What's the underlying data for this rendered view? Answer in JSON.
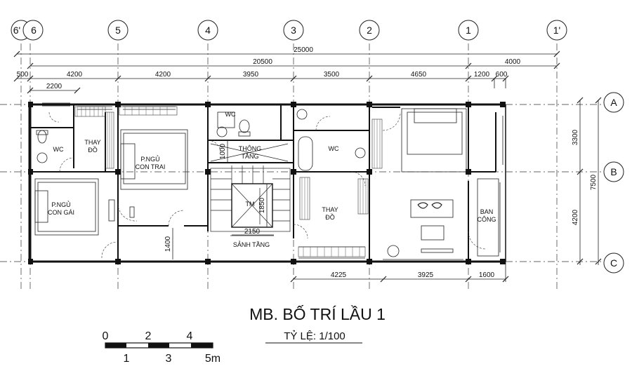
{
  "grid_columns": [
    "6'",
    "6",
    "5",
    "4",
    "3",
    "2",
    "1",
    "1'"
  ],
  "grid_rows": [
    "A",
    "B",
    "C"
  ],
  "dimensions": {
    "overall": "25000",
    "main": "20500",
    "right_ext": "4000",
    "segments": [
      "500",
      "4200",
      "4200",
      "3950",
      "3500",
      "4650",
      "1200",
      "600"
    ],
    "sub_left": "2200",
    "bottom": [
      "4225",
      "3925",
      "1600"
    ],
    "vertical": [
      "3300",
      "4200",
      "7500"
    ],
    "stair_width": "2150",
    "stair_depth": "1850",
    "corridor": "1400",
    "void_height": "1000"
  },
  "rooms": {
    "wc_left": "WC",
    "thay_do_left": "THAY\nĐỒ",
    "pn_con_trai": "P.NGỦ\nCON TRAI",
    "pn_con_gai": "P.NGỦ\nCON GÁI",
    "wc_mid": "WC",
    "thong_tang": "THÔNG\nTẦNG",
    "thang_may": "TM",
    "sanh_tang": "SẢNH TẦNG",
    "wc_right": "WC",
    "thay_do_right": "THAY\nĐỒ",
    "ban_cong": "BAN\nCÔNG"
  },
  "title": "MB. BỐ TRÍ LẦU 1",
  "scale_text": "TỶ LỆ: 1/100",
  "scale_bar": {
    "top_labels": [
      "0",
      "2",
      "4"
    ],
    "bottom_labels": [
      "1",
      "3",
      "5m"
    ]
  }
}
